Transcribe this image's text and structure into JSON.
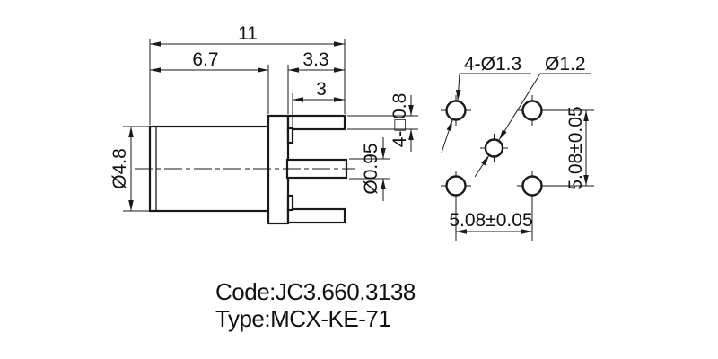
{
  "side_view": {
    "dim_overall": "11",
    "dim_body": "6.7",
    "dim_right": "3.3",
    "dim_pin_len": "3",
    "dim_body_dia": "Ø4.8",
    "dim_pin_dia": "Ø0.95",
    "dim_square_pins": "4-□0.8"
  },
  "footprint_view": {
    "label_corner_holes": "4-Ø1.3",
    "label_center_hole": "Ø1.2",
    "dim_pitch_horizontal": "5.08±0.05",
    "dim_pitch_vertical": "5.08±0.05"
  },
  "part_info": {
    "code": "Code:JC3.660.3138",
    "type": "Type:MCX-KE-71"
  },
  "colors": {
    "line": "#1a1a1a",
    "background": "#ffffff"
  }
}
